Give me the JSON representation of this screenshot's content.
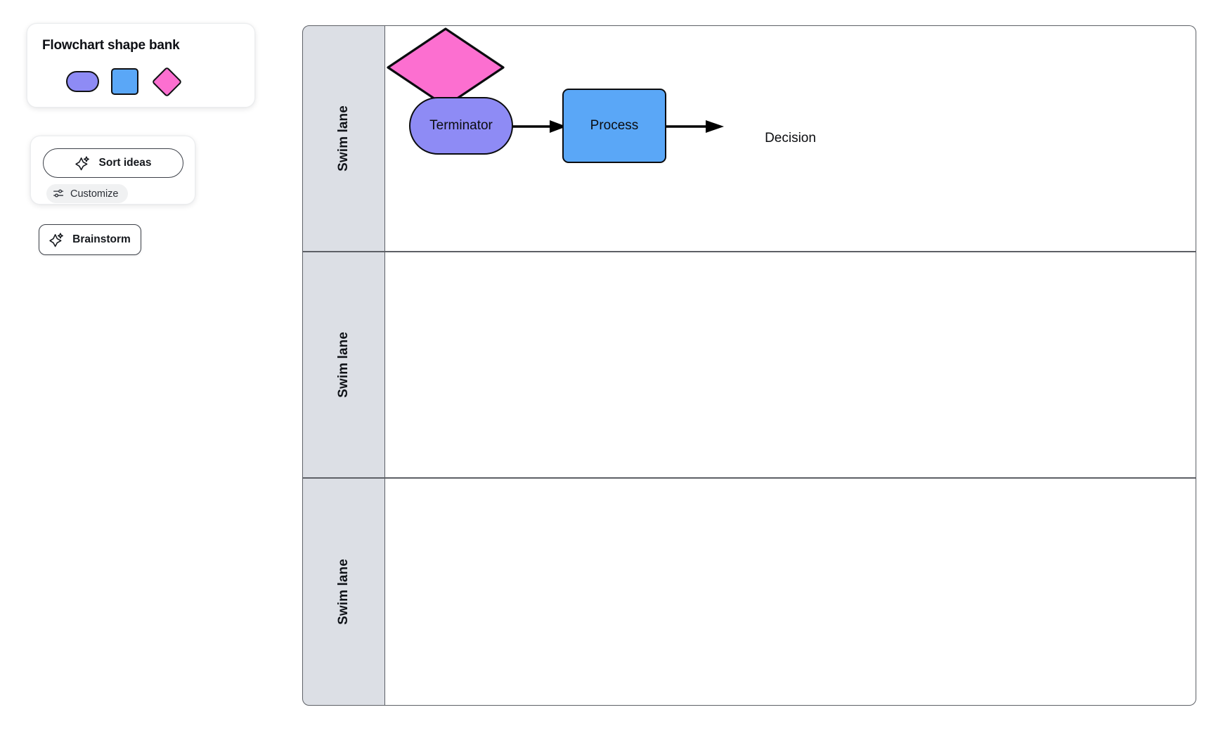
{
  "sidebar": {
    "shape_bank": {
      "title": "Flowchart shape bank",
      "shapes": [
        {
          "name": "terminator",
          "color": "#8e8bf5",
          "stroke": "#101114"
        },
        {
          "name": "process",
          "color": "#5aa7f7",
          "stroke": "#101114"
        },
        {
          "name": "decision",
          "color": "#fc6fd0",
          "stroke": "#101114"
        }
      ]
    },
    "sort_card": {
      "sort_label": "Sort ideas",
      "sort_icon": "sparkle-icon",
      "customize_label": "Customize",
      "customize_icon": "sliders-icon"
    },
    "brainstorm": {
      "label": "Brainstorm",
      "icon": "sparkle-icon"
    }
  },
  "board": {
    "lanes": [
      {
        "label": "Swim lane"
      },
      {
        "label": "Swim lane"
      },
      {
        "label": "Swim lane"
      }
    ],
    "header_fill": "#dcdfe5",
    "border_color": "#5d6066"
  },
  "diagram": {
    "nodes": [
      {
        "id": "terminator",
        "label": "Terminator",
        "shape": "stadium",
        "fill": "#8e8bf5",
        "stroke": "#0b0c0f"
      },
      {
        "id": "process",
        "label": "Process",
        "shape": "rounded-rect",
        "fill": "#5aa7f7",
        "stroke": "#0b0c0f"
      },
      {
        "id": "decision",
        "label": "Decision",
        "shape": "diamond",
        "fill": "#fc6fd0",
        "stroke": "#0b0c0f"
      }
    ],
    "edges": [
      {
        "from": "terminator",
        "to": "process",
        "arrow": "end"
      },
      {
        "from": "process",
        "to": "decision",
        "arrow": "end"
      }
    ]
  }
}
